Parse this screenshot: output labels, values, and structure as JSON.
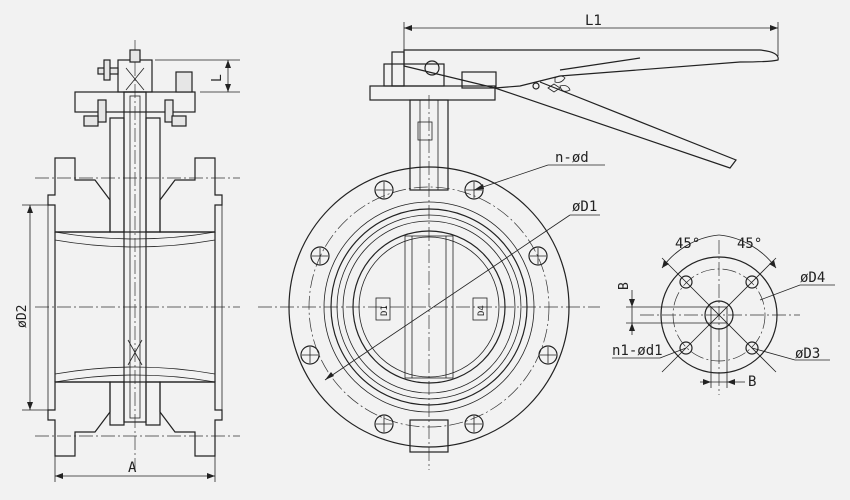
{
  "labels": {
    "L1": "L1",
    "L": "L",
    "A": "A",
    "phiD2": "øD2",
    "nphid": "n-ød",
    "phiD1": "øD1",
    "D1": "D1",
    "D4": "D4",
    "angle1": "45°",
    "angle2": "45°",
    "phiD4": "øD4",
    "phiD3": "øD3",
    "n1phid1": "n1-ød1",
    "Bv": "B",
    "Bh": "B"
  }
}
